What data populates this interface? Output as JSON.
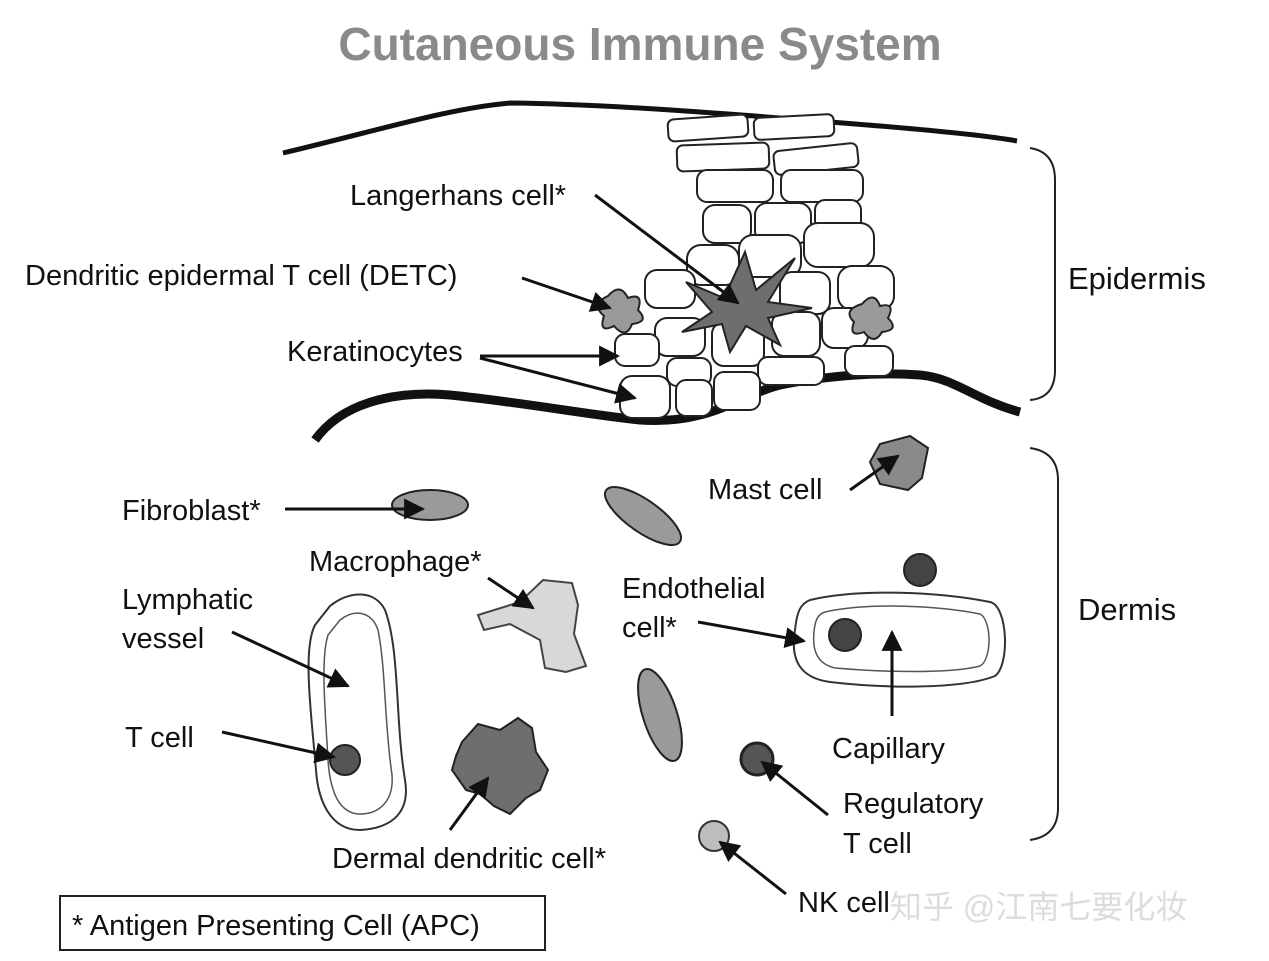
{
  "title": "Cutaneous Immune System",
  "regions": {
    "epidermis": "Epidermis",
    "dermis": "Dermis"
  },
  "labels": {
    "langerhans": "Langerhans cell*",
    "detc": "Dendritic epidermal T cell (DETC)",
    "keratinocytes": "Keratinocytes",
    "fibroblast": "Fibroblast*",
    "mast": "Mast cell",
    "macrophage": "Macrophage*",
    "lymphatic_1": "Lymphatic",
    "lymphatic_2": "vessel",
    "endothelial_1": "Endothelial",
    "endothelial_2": "cell*",
    "capillary": "Capillary",
    "tcell": "T cell",
    "regulatory_1": "Regulatory",
    "regulatory_2": "T cell",
    "dermal_dc": "Dermal dendritic cell*",
    "nk": "NK cell"
  },
  "legend": "* Antigen Presenting Cell (APC)",
  "watermark": "知乎 @江南七要化妆"
}
